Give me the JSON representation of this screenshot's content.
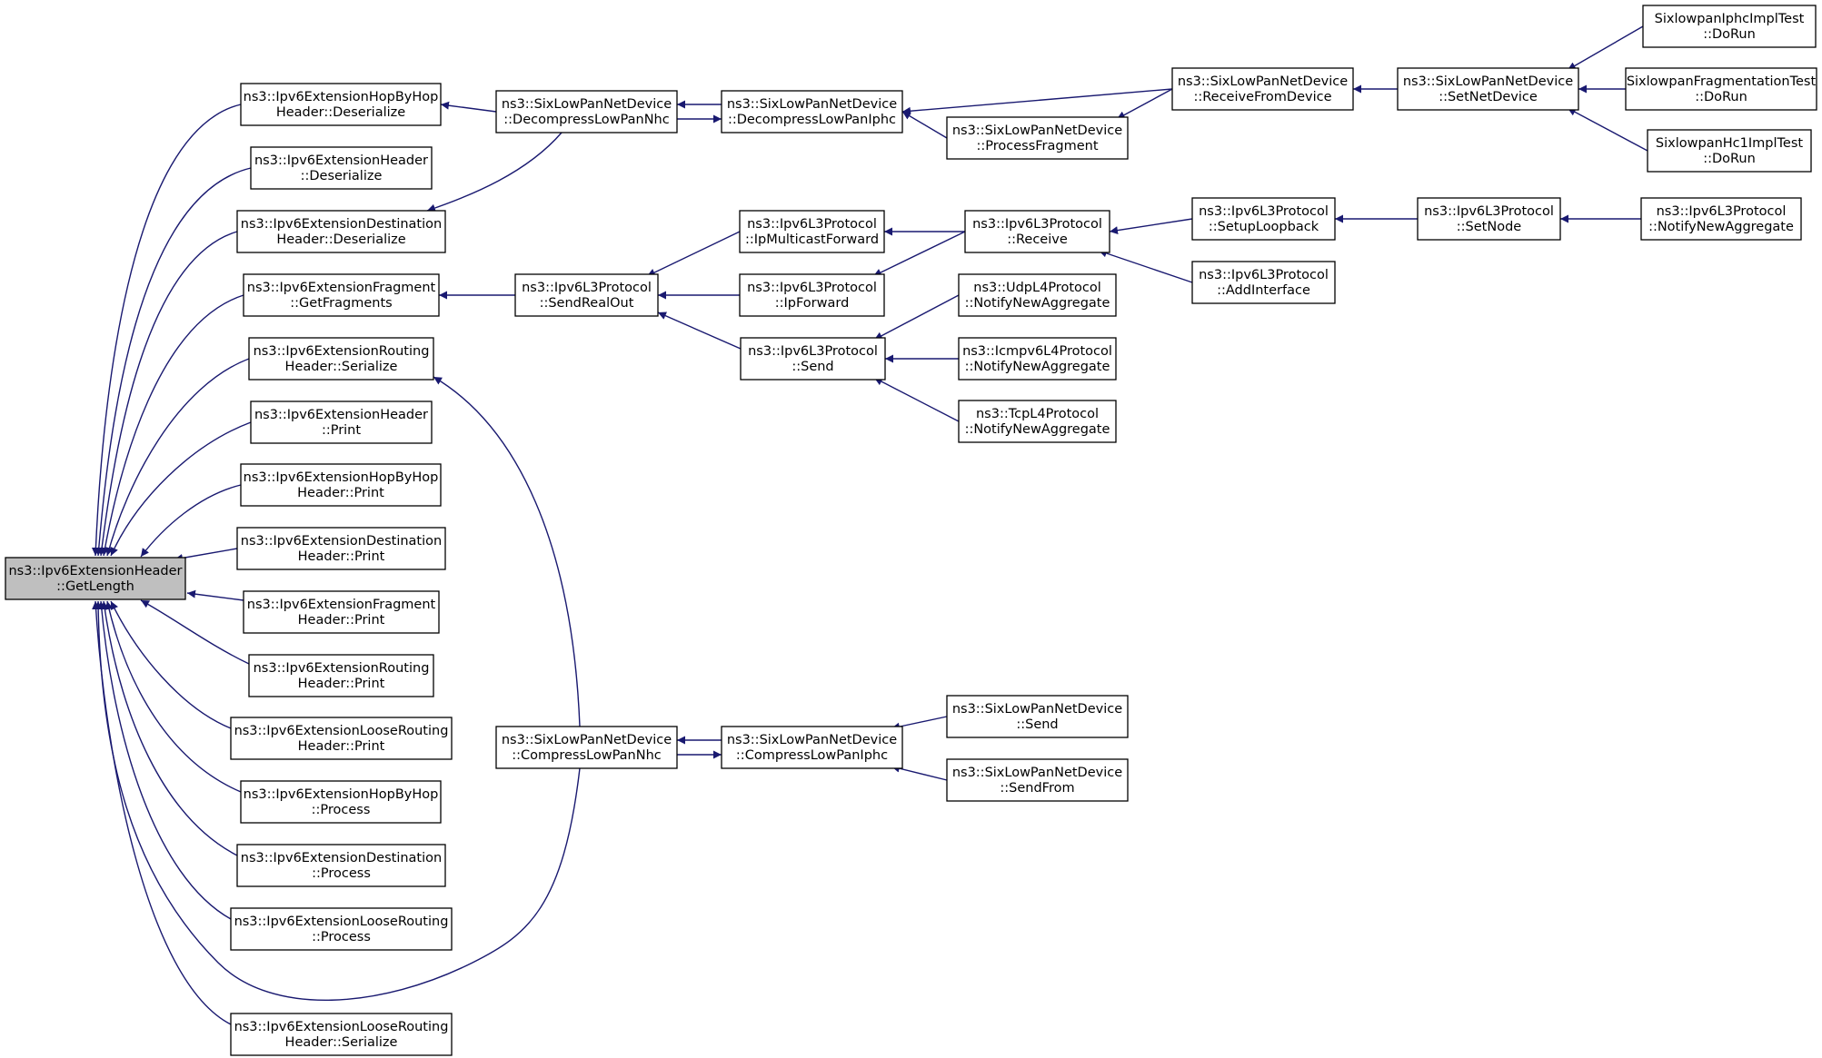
{
  "graph": {
    "root": "getlength",
    "colors": {
      "edge": "#191970",
      "root_fill": "#bfbfbf",
      "node_fill": "#ffffff",
      "node_border": "#000000"
    },
    "nodes": [
      {
        "id": "getlength",
        "lines": [
          "ns3::Ipv6ExtensionHeader",
          "::GetLength"
        ]
      },
      {
        "id": "hbh_deser",
        "lines": [
          "ns3::Ipv6ExtensionHopByHop",
          "Header::Deserialize"
        ]
      },
      {
        "id": "eh_deser",
        "lines": [
          "ns3::Ipv6ExtensionHeader",
          "::Deserialize"
        ]
      },
      {
        "id": "dest_deser",
        "lines": [
          "ns3::Ipv6ExtensionDestination",
          "Header::Deserialize"
        ]
      },
      {
        "id": "frag_get",
        "lines": [
          "ns3::Ipv6ExtensionFragment",
          "::GetFragments"
        ]
      },
      {
        "id": "rout_ser",
        "lines": [
          "ns3::Ipv6ExtensionRouting",
          "Header::Serialize"
        ]
      },
      {
        "id": "eh_print",
        "lines": [
          "ns3::Ipv6ExtensionHeader",
          "::Print"
        ]
      },
      {
        "id": "hbh_print",
        "lines": [
          "ns3::Ipv6ExtensionHopByHop",
          "Header::Print"
        ]
      },
      {
        "id": "dest_print",
        "lines": [
          "ns3::Ipv6ExtensionDestination",
          "Header::Print"
        ]
      },
      {
        "id": "frag_print",
        "lines": [
          "ns3::Ipv6ExtensionFragment",
          "Header::Print"
        ]
      },
      {
        "id": "rout_print",
        "lines": [
          "ns3::Ipv6ExtensionRouting",
          "Header::Print"
        ]
      },
      {
        "id": "loose_print",
        "lines": [
          "ns3::Ipv6ExtensionLooseRouting",
          "Header::Print"
        ]
      },
      {
        "id": "hbh_proc",
        "lines": [
          "ns3::Ipv6ExtensionHopByHop",
          "::Process"
        ]
      },
      {
        "id": "dest_proc",
        "lines": [
          "ns3::Ipv6ExtensionDestination",
          "::Process"
        ]
      },
      {
        "id": "loose_proc",
        "lines": [
          "ns3::Ipv6ExtensionLooseRouting",
          "::Process"
        ]
      },
      {
        "id": "loose_ser",
        "lines": [
          "ns3::Ipv6ExtensionLooseRouting",
          "Header::Serialize"
        ]
      },
      {
        "id": "decomp_nhc",
        "lines": [
          "ns3::SixLowPanNetDevice",
          "::DecompressLowPanNhc"
        ]
      },
      {
        "id": "decomp_iphc",
        "lines": [
          "ns3::SixLowPanNetDevice",
          "::DecompressLowPanIphc"
        ]
      },
      {
        "id": "proc_frag",
        "lines": [
          "ns3::SixLowPanNetDevice",
          "::ProcessFragment"
        ]
      },
      {
        "id": "recv_dev",
        "lines": [
          "ns3::SixLowPanNetDevice",
          "::ReceiveFromDevice"
        ]
      },
      {
        "id": "set_netdev",
        "lines": [
          "ns3::SixLowPanNetDevice",
          "::SetNetDevice"
        ]
      },
      {
        "id": "iphc_test",
        "lines": [
          "SixlowpanIphcImplTest",
          "::DoRun"
        ]
      },
      {
        "id": "frag_test",
        "lines": [
          "SixlowpanFragmentationTest",
          "::DoRun"
        ]
      },
      {
        "id": "hc1_test",
        "lines": [
          "SixlowpanHc1ImplTest",
          "::DoRun"
        ]
      },
      {
        "id": "send_real",
        "lines": [
          "ns3::Ipv6L3Protocol",
          "::SendRealOut"
        ]
      },
      {
        "id": "ip_mcast",
        "lines": [
          "ns3::Ipv6L3Protocol",
          "::IpMulticastForward"
        ]
      },
      {
        "id": "ip_fwd",
        "lines": [
          "ns3::Ipv6L3Protocol",
          "::IpForward"
        ]
      },
      {
        "id": "l3_send",
        "lines": [
          "ns3::Ipv6L3Protocol",
          "::Send"
        ]
      },
      {
        "id": "l3_recv",
        "lines": [
          "ns3::Ipv6L3Protocol",
          "::Receive"
        ]
      },
      {
        "id": "setup_lb",
        "lines": [
          "ns3::Ipv6L3Protocol",
          "::SetupLoopback"
        ]
      },
      {
        "id": "add_if",
        "lines": [
          "ns3::Ipv6L3Protocol",
          "::AddInterface"
        ]
      },
      {
        "id": "set_node",
        "lines": [
          "ns3::Ipv6L3Protocol",
          "::SetNode"
        ]
      },
      {
        "id": "l3_notify",
        "lines": [
          "ns3::Ipv6L3Protocol",
          "::NotifyNewAggregate"
        ]
      },
      {
        "id": "udp_notify",
        "lines": [
          "ns3::UdpL4Protocol",
          "::NotifyNewAggregate"
        ]
      },
      {
        "id": "icmp_notify",
        "lines": [
          "ns3::Icmpv6L4Protocol",
          "::NotifyNewAggregate"
        ]
      },
      {
        "id": "tcp_notify",
        "lines": [
          "ns3::TcpL4Protocol",
          "::NotifyNewAggregate"
        ]
      },
      {
        "id": "comp_nhc",
        "lines": [
          "ns3::SixLowPanNetDevice",
          "::CompressLowPanNhc"
        ]
      },
      {
        "id": "comp_iphc",
        "lines": [
          "ns3::SixLowPanNetDevice",
          "::CompressLowPanIphc"
        ]
      },
      {
        "id": "sl_send",
        "lines": [
          "ns3::SixLowPanNetDevice",
          "::Send"
        ]
      },
      {
        "id": "sl_sendfrom",
        "lines": [
          "ns3::SixLowPanNetDevice",
          "::SendFrom"
        ]
      }
    ],
    "edges": [
      {
        "from": "hbh_deser",
        "to": "getlength"
      },
      {
        "from": "eh_deser",
        "to": "getlength"
      },
      {
        "from": "dest_deser",
        "to": "getlength"
      },
      {
        "from": "frag_get",
        "to": "getlength"
      },
      {
        "from": "rout_ser",
        "to": "getlength"
      },
      {
        "from": "eh_print",
        "to": "getlength"
      },
      {
        "from": "hbh_print",
        "to": "getlength"
      },
      {
        "from": "dest_print",
        "to": "getlength"
      },
      {
        "from": "frag_print",
        "to": "getlength"
      },
      {
        "from": "rout_print",
        "to": "getlength"
      },
      {
        "from": "loose_print",
        "to": "getlength"
      },
      {
        "from": "hbh_proc",
        "to": "getlength"
      },
      {
        "from": "dest_proc",
        "to": "getlength"
      },
      {
        "from": "loose_proc",
        "to": "getlength"
      },
      {
        "from": "comp_nhc",
        "to": "getlength"
      },
      {
        "from": "loose_ser",
        "to": "getlength"
      },
      {
        "from": "decomp_nhc",
        "to": "hbh_deser"
      },
      {
        "from": "decomp_nhc",
        "to": "dest_deser"
      },
      {
        "from": "decomp_iphc",
        "to": "decomp_nhc"
      },
      {
        "from": "decomp_nhc",
        "to": "decomp_iphc"
      },
      {
        "from": "recv_dev",
        "to": "decomp_iphc"
      },
      {
        "from": "proc_frag",
        "to": "decomp_iphc"
      },
      {
        "from": "recv_dev",
        "to": "proc_frag"
      },
      {
        "from": "set_netdev",
        "to": "recv_dev"
      },
      {
        "from": "iphc_test",
        "to": "set_netdev"
      },
      {
        "from": "frag_test",
        "to": "set_netdev"
      },
      {
        "from": "hc1_test",
        "to": "set_netdev"
      },
      {
        "from": "send_real",
        "to": "frag_get"
      },
      {
        "from": "ip_mcast",
        "to": "send_real"
      },
      {
        "from": "ip_fwd",
        "to": "send_real"
      },
      {
        "from": "l3_send",
        "to": "send_real"
      },
      {
        "from": "l3_recv",
        "to": "ip_mcast"
      },
      {
        "from": "l3_recv",
        "to": "ip_fwd"
      },
      {
        "from": "setup_lb",
        "to": "l3_recv"
      },
      {
        "from": "add_if",
        "to": "l3_recv"
      },
      {
        "from": "set_node",
        "to": "setup_lb"
      },
      {
        "from": "l3_notify",
        "to": "set_node"
      },
      {
        "from": "udp_notify",
        "to": "l3_send"
      },
      {
        "from": "icmp_notify",
        "to": "l3_send"
      },
      {
        "from": "tcp_notify",
        "to": "l3_send"
      },
      {
        "from": "comp_nhc",
        "to": "rout_ser"
      },
      {
        "from": "comp_iphc",
        "to": "comp_nhc"
      },
      {
        "from": "comp_nhc",
        "to": "comp_iphc"
      },
      {
        "from": "sl_send",
        "to": "comp_iphc"
      },
      {
        "from": "sl_sendfrom",
        "to": "comp_iphc"
      }
    ]
  }
}
